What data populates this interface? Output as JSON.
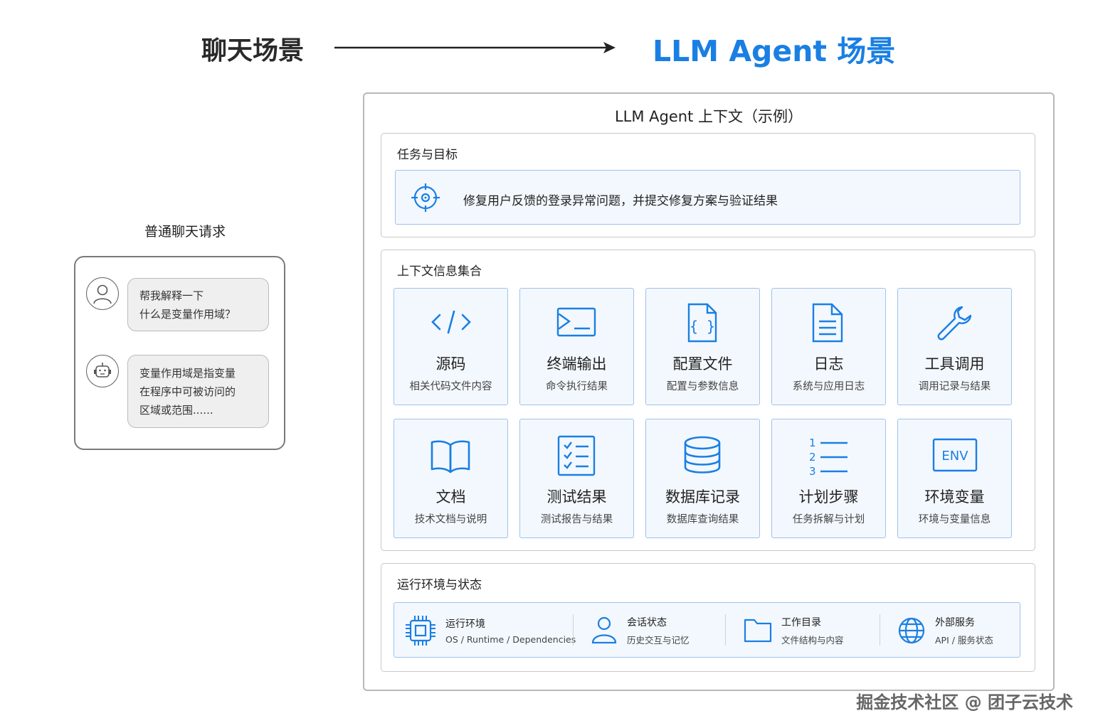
{
  "header": {
    "left_title": "聊天场景",
    "right_title": "LLM Agent 场景"
  },
  "colors": {
    "accent": "#1a7fe3",
    "card_bg": "#f3f8fe",
    "card_border": "#9fc2ea"
  },
  "chat": {
    "title": "普通聊天请求",
    "messages": [
      {
        "role": "user",
        "icon": "user-icon",
        "lines": [
          "帮我解释一下",
          "什么是变量作用域？"
        ]
      },
      {
        "role": "assistant",
        "icon": "robot-icon",
        "lines": [
          "变量作用域是指变量",
          "在程序中可被访问的",
          "区域或范围......"
        ]
      }
    ]
  },
  "agent": {
    "title": "LLM Agent 上下文（示例）",
    "task": {
      "title": "任务与目标",
      "icon": "target-icon",
      "text": "修复用户反馈的登录异常问题，并提交修复方案与验证结果"
    },
    "context": {
      "title": "上下文信息集合",
      "items": [
        {
          "icon": "code-icon",
          "title": "源码",
          "subtitle": "相关代码文件内容"
        },
        {
          "icon": "terminal-icon",
          "title": "终端输出",
          "subtitle": "命令执行结果"
        },
        {
          "icon": "config-file-icon",
          "title": "配置文件",
          "subtitle": "配置与参数信息"
        },
        {
          "icon": "log-file-icon",
          "title": "日志",
          "subtitle": "系统与应用日志"
        },
        {
          "icon": "wrench-icon",
          "title": "工具调用",
          "subtitle": "调用记录与结果"
        },
        {
          "icon": "book-icon",
          "title": "文档",
          "subtitle": "技术文档与说明"
        },
        {
          "icon": "checklist-icon",
          "title": "测试结果",
          "subtitle": "测试报告与结果"
        },
        {
          "icon": "database-icon",
          "title": "数据库记录",
          "subtitle": "数据库查询结果"
        },
        {
          "icon": "numbered-list-icon",
          "title": "计划步骤",
          "subtitle": "任务拆解与计划",
          "numbers": [
            "1",
            "2",
            "3"
          ]
        },
        {
          "icon": "env-icon",
          "title": "环境变量",
          "subtitle": "环境与变量信息",
          "badge": "ENV"
        }
      ]
    },
    "runtime": {
      "title": "运行环境与状态",
      "items": [
        {
          "icon": "cpu-icon",
          "title": "运行环境",
          "subtitle": "OS / Runtime / Dependencies"
        },
        {
          "icon": "user-icon",
          "title": "会话状态",
          "subtitle": "历史交互与记忆"
        },
        {
          "icon": "folder-icon",
          "title": "工作目录",
          "subtitle": "文件结构与内容"
        },
        {
          "icon": "globe-icon",
          "title": "外部服务",
          "subtitle": "API / 服务状态"
        }
      ]
    }
  },
  "watermark": "掘金技术社区 @ 团子云技术"
}
